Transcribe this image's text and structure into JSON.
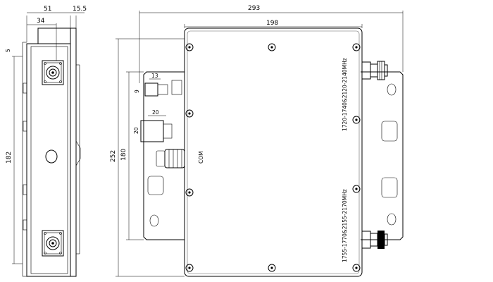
{
  "dimensions": {
    "side_width_51": "51",
    "side_inner_34": "34",
    "side_flange_15_5": "15.5",
    "side_height_182": "182",
    "side_small_a": "5",
    "front_total_width_293": "293",
    "front_body_width_198": "198",
    "front_total_height_252": "252",
    "front_body_height_180": "180",
    "conn_13": "13",
    "conn_20_h": "20",
    "conn_20_v": "20",
    "conn_small_9": "9"
  },
  "labels": {
    "com": "COM",
    "band_upper": "1720-1740&2120-2140MHz",
    "band_lower": "1755-1770&2155-2170MHz"
  }
}
